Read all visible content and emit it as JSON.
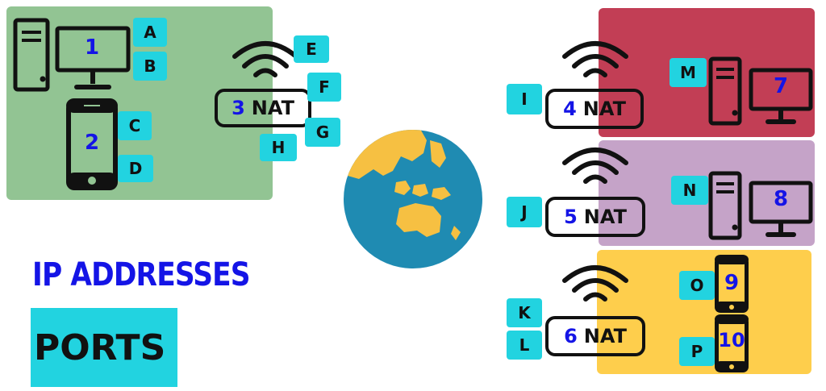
{
  "colors": {
    "panel_left": "#92c493",
    "panel_red": "#c23e55",
    "panel_purple": "#c5a3c8",
    "panel_yellow": "#fece4c",
    "tag": "#22d3e0",
    "number": "#1414e6",
    "globe_ocean": "#1f8bb2",
    "globe_land": "#f6c042"
  },
  "left_network": {
    "devices": [
      {
        "icon": "desktop-computer-icon",
        "number": "1",
        "ports": [
          "A",
          "B"
        ]
      },
      {
        "icon": "smartphone-icon",
        "number": "2",
        "ports": [
          "C",
          "D"
        ]
      }
    ],
    "router": {
      "number": "3",
      "label": "NAT",
      "ports": [
        "E",
        "F",
        "G",
        "H"
      ]
    }
  },
  "right_networks": [
    {
      "router": {
        "number": "4",
        "label": "NAT",
        "ports": [
          "I"
        ]
      },
      "devices": [
        {
          "icon": "desktop-computer-icon",
          "number": "7",
          "port": "M"
        }
      ]
    },
    {
      "router": {
        "number": "5",
        "label": "NAT",
        "ports": [
          "J"
        ]
      },
      "devices": [
        {
          "icon": "desktop-computer-icon",
          "number": "8",
          "port": "N"
        }
      ]
    },
    {
      "router": {
        "number": "6",
        "label": "NAT",
        "ports": [
          "K",
          "L"
        ]
      },
      "devices": [
        {
          "icon": "smartphone-icon",
          "number": "9",
          "port": "O"
        },
        {
          "icon": "smartphone-icon",
          "number": "10",
          "port": "P"
        }
      ]
    }
  ],
  "internet": {
    "icon": "globe-icon"
  },
  "titles": {
    "line1": "IP ADDRESSES",
    "line2": "PORTS"
  }
}
